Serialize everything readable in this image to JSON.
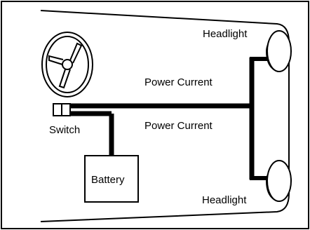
{
  "labels": {
    "headlight_top": "Headlight",
    "headlight_bottom": "Headlight",
    "current_top": "Power Current",
    "current_bottom": "Power Current",
    "switch": "Switch",
    "battery": "Battery"
  },
  "colors": {
    "ink": "#000000",
    "background": "#ffffff"
  }
}
